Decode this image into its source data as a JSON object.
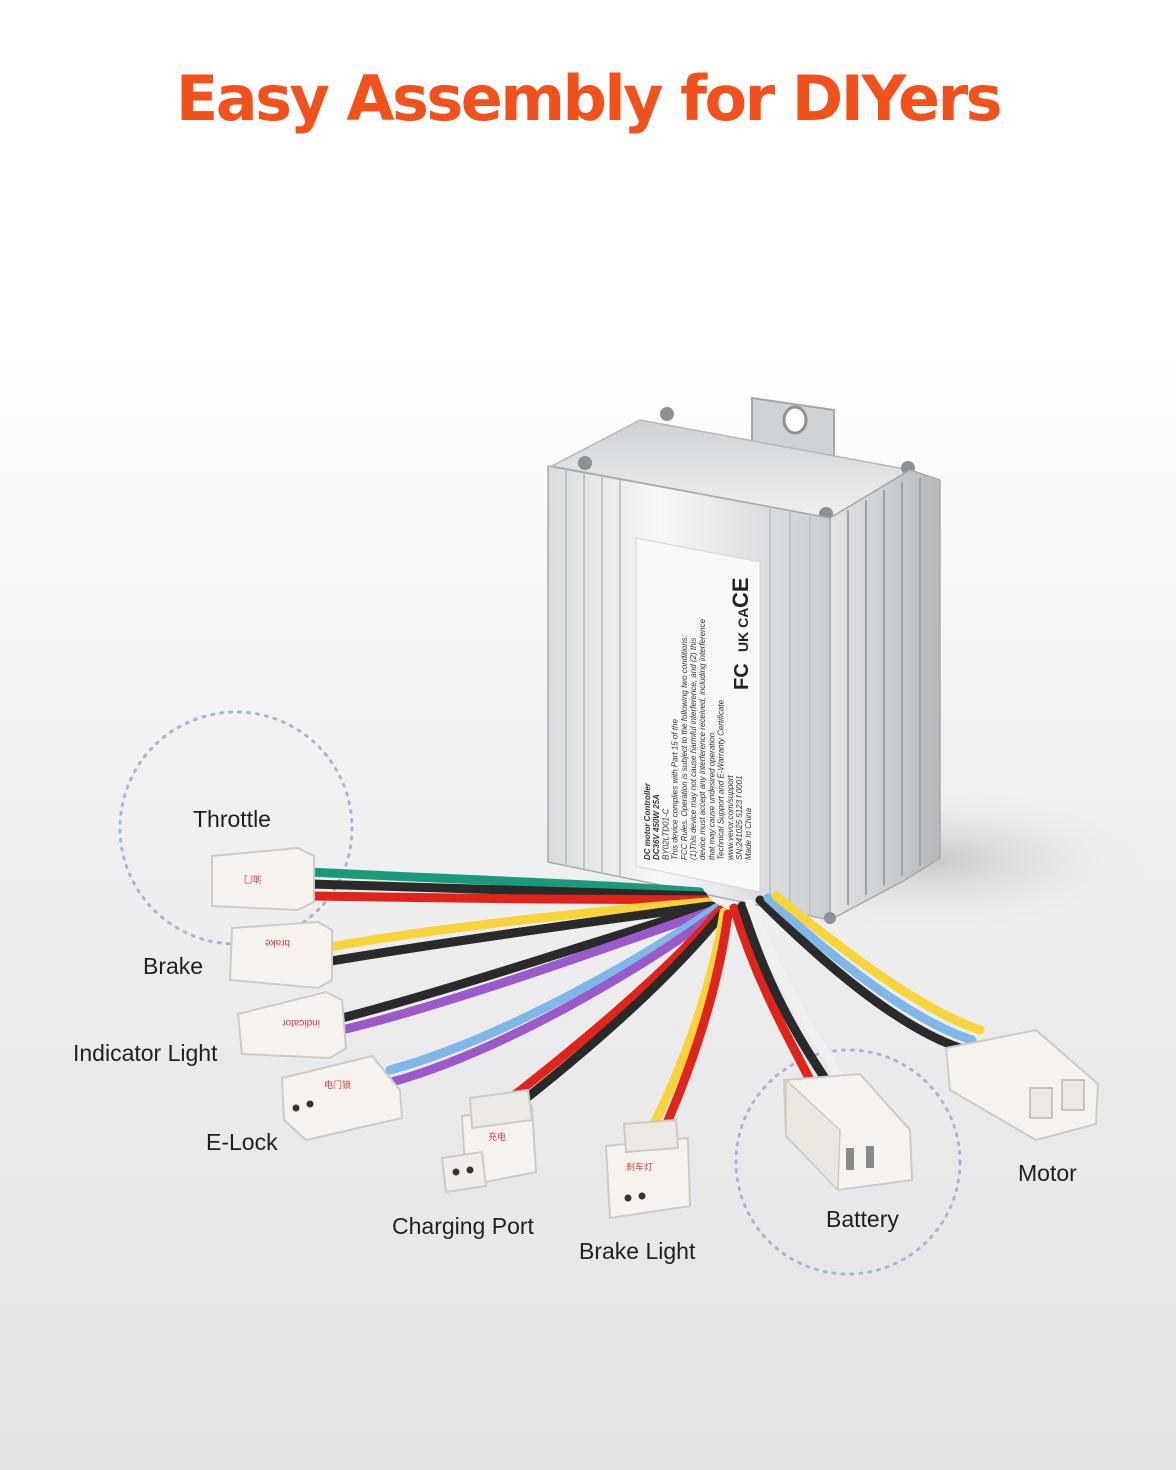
{
  "title": "Easy Assembly for DIYers",
  "colors": {
    "title": "#f2511b",
    "wire_green": "#1a9a7a",
    "wire_red": "#e0241b",
    "wire_black": "#2a2a2a",
    "wire_yellow": "#f7d43a",
    "wire_purple": "#9b59c9",
    "wire_blue": "#7fb8e8",
    "highlight_ring": "#a9b3d6"
  },
  "controller": {
    "lines": [
      "DC motor Controller",
      "DC36V  450W  25A",
      "BY02LTD01-C",
      "This device complies with Part 15 of the",
      "FCC Rules. Operation is subject to the following two conditions:",
      "(1)This device may not cause harmful interference, and (2) this",
      "device must accept any interference received, including interference",
      "that may cause undesired operation.",
      "Technical Support and E-Warranty Certificate",
      "www.vevor.com/support",
      "SN:241025  5123  f  0001",
      "Made In China"
    ],
    "marks": [
      "FC",
      "UK CA",
      "CE"
    ]
  },
  "connectors": [
    {
      "label": "Throttle",
      "tag": "油门"
    },
    {
      "label": "Brake",
      "tag": "brake"
    },
    {
      "label": "Indicator Light",
      "tag": "indicator"
    },
    {
      "label": "E-Lock",
      "tag": "电门锁"
    },
    {
      "label": "Charging Port",
      "tag": "充电"
    },
    {
      "label": "Brake Light",
      "tag": "刹车灯"
    },
    {
      "label": "Battery",
      "tag": ""
    },
    {
      "label": "Motor",
      "tag": ""
    }
  ]
}
